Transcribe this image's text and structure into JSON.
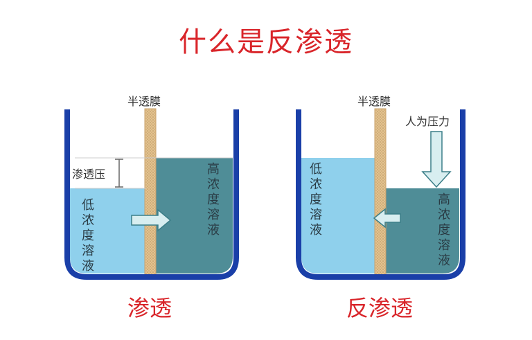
{
  "title": "什么是反渗透",
  "left": {
    "membrane_label": "半透膜",
    "pressure_label": "渗透压",
    "low_label": [
      "低",
      "浓",
      "度",
      "溶",
      "液"
    ],
    "high_label": [
      "高",
      "浓",
      "度",
      "溶",
      "液"
    ],
    "caption": "渗透"
  },
  "right": {
    "membrane_label": "半透膜",
    "force_label": "人为压力",
    "low_label": [
      "低",
      "浓",
      "度",
      "溶",
      "液"
    ],
    "high_label": [
      "高",
      "浓",
      "度",
      "溶",
      "液"
    ],
    "caption": "反渗透"
  },
  "colors": {
    "title": "#d9252a",
    "container": "#1a3fa8",
    "low_solution": "#8fd0ec",
    "high_solution": "#4f8d97",
    "membrane": "#e2c28f",
    "arrow": "#d8eef0"
  }
}
